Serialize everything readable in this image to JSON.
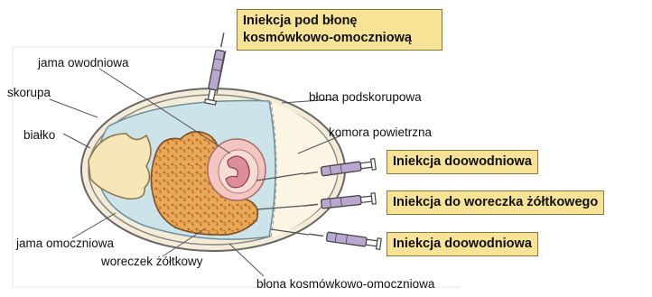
{
  "boxes": {
    "chorioallantoic": "Iniekcja pod błonę kosmówkowo-omoczniową",
    "amniotic_1": "Iniekcja doowodniowa",
    "yolk_sac": "Iniekcja do woreczka żółtkowego",
    "amniotic_2": "Iniekcja doowodniowa"
  },
  "labels": {
    "amniotic_cavity": "jama owodniowa",
    "shell": "skorupa",
    "albumen": "białko",
    "shell_membrane": "błona podskorupowa",
    "air_cell": "komora powietrzna",
    "allantoic_cavity": "jama omoczniowa",
    "yolk_sac": "woreczek żółtkowy",
    "chorioallantoic_membrane": "błona kosmówkowo-omoczniowa"
  },
  "colors": {
    "box_fill": "#f6e396",
    "yolk": "#e8a85a",
    "albumen": "#f7e6b8",
    "allantoic_fluid": "#cde3ea",
    "amnion": "#f3c7c0",
    "embryo": "#dc8f9a",
    "shell": "#f4ecd6",
    "syringe": "#b8a8cf"
  },
  "icons": [
    "syringe-icon"
  ]
}
